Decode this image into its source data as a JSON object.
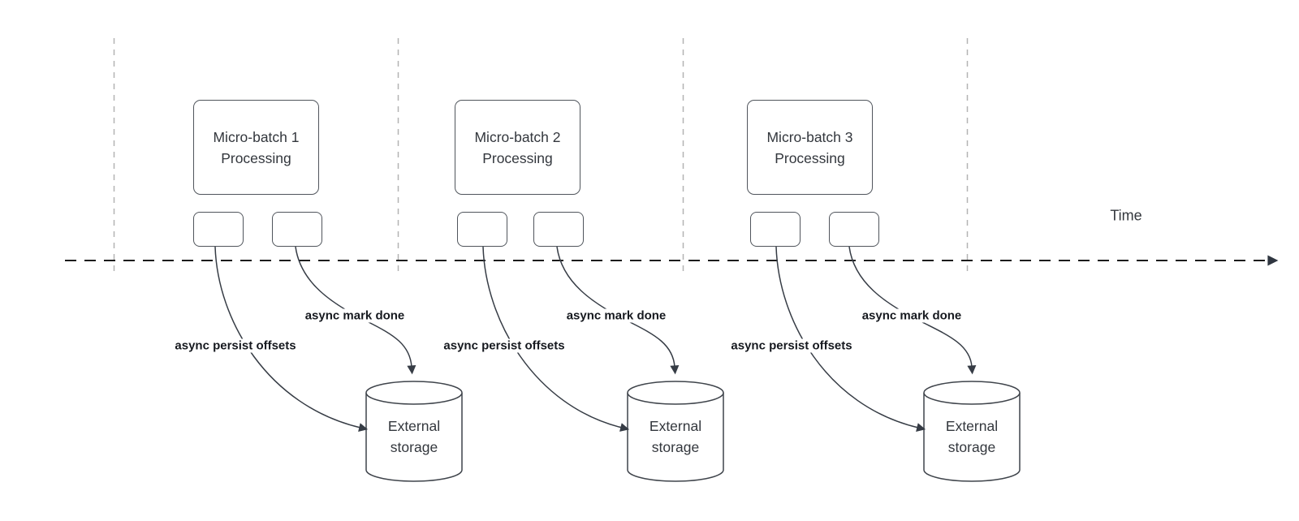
{
  "axis": {
    "time_label": "Time"
  },
  "segments": [
    {
      "process_line1": "Micro-batch 1",
      "process_line2": "Processing",
      "persist_arrow_label": "async persist offsets",
      "mark_arrow_label": "async mark done",
      "storage_line1": "External",
      "storage_line2": "storage"
    },
    {
      "process_line1": "Micro-batch 2",
      "process_line2": "Processing",
      "persist_arrow_label": "async persist offsets",
      "mark_arrow_label": "async mark done",
      "storage_line1": "External",
      "storage_line2": "storage"
    },
    {
      "process_line1": "Micro-batch 3",
      "process_line2": "Processing",
      "persist_arrow_label": "async persist offsets",
      "mark_arrow_label": "async mark done",
      "storage_line1": "External",
      "storage_line2": "storage"
    }
  ],
  "colors": {
    "background": "#ffffff",
    "shape_stroke": "#50555c",
    "connector_stroke": "#363c45",
    "axis_stroke": "#1c1c1c",
    "guide_stroke": "#b3b3b3",
    "text": "#33373d",
    "label_text": "#16191f"
  }
}
